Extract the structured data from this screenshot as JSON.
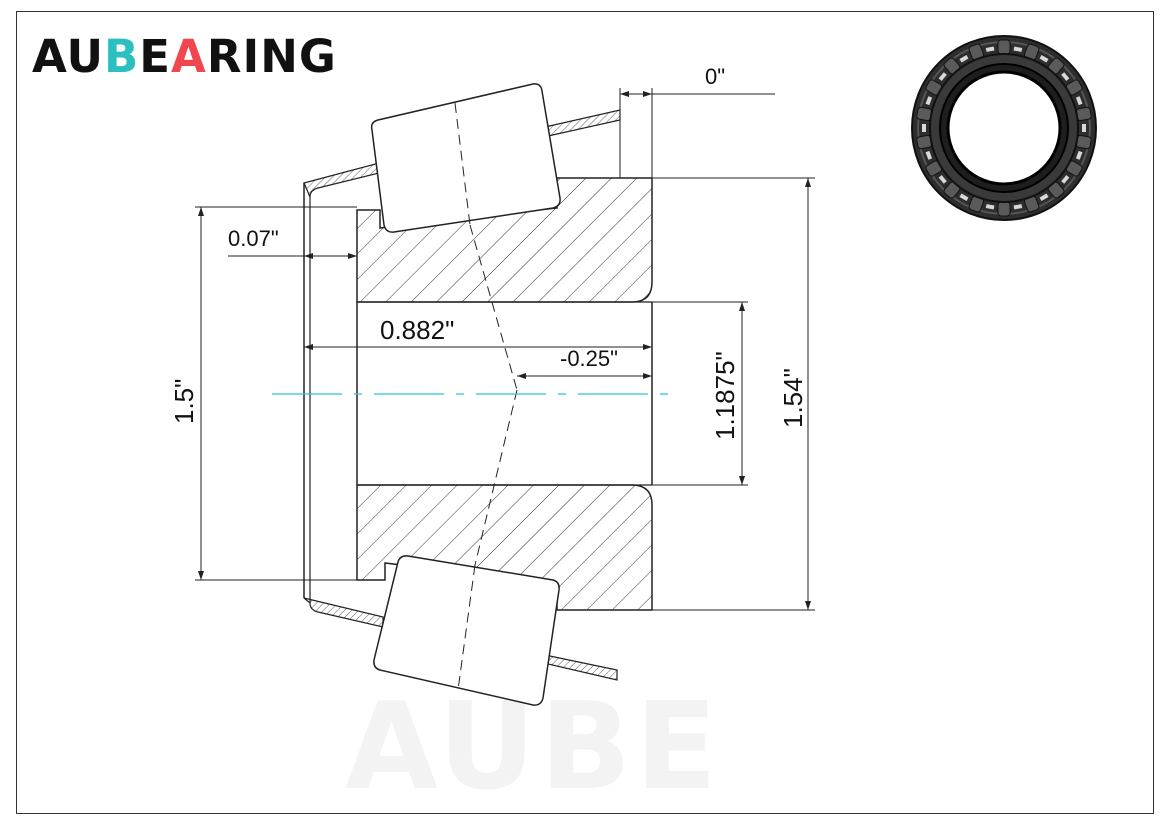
{
  "logo": {
    "segments": [
      {
        "text": "AU",
        "color": "#111111"
      },
      {
        "text": "B",
        "color": "#2bbfbf"
      },
      {
        "text": "E",
        "color": "#111111"
      },
      {
        "text": "A",
        "color": "#f0474f"
      },
      {
        "text": "RING",
        "color": "#111111"
      }
    ]
  },
  "watermark": "AUBE",
  "dimensions": {
    "cup_offset": "0\"",
    "cone_back_face": "0.07\"",
    "total_width": "0.882\"",
    "effective_center": "-0.25\"",
    "outer_height": "1.5\"",
    "bore": "1.1875\"",
    "outer_diameter": "1.54\""
  },
  "colors": {
    "centerline": "#29c4d4",
    "line": "#222222"
  },
  "icons": {
    "bearing_photo": "tapered-roller-bearing-icon"
  }
}
